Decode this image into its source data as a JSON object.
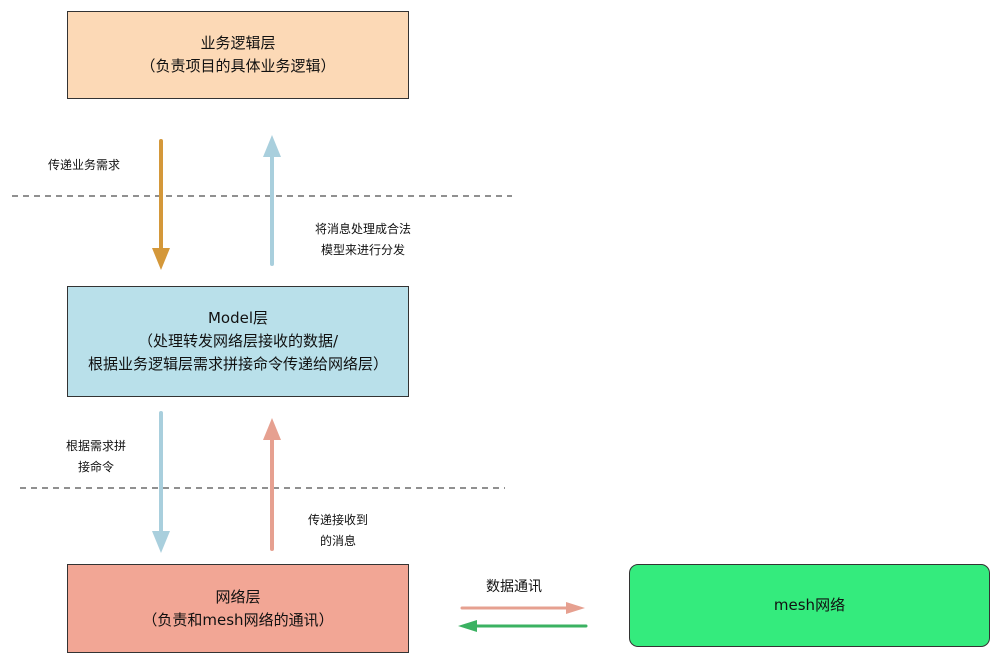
{
  "business_layer": {
    "title": "业务逻辑层",
    "subtitle": "（负责项目的具体业务逻辑）"
  },
  "model_layer": {
    "title": "Model层",
    "line2": "（处理转发网络层接收的数据/",
    "line3": "根据业务逻辑层需求拼接命令传递给网络层）"
  },
  "network_layer": {
    "title": "网络层",
    "subtitle": "（负责和mesh网络的通讯）"
  },
  "mesh_network": {
    "title": "mesh网络"
  },
  "edge_labels": {
    "pass_business_request": "传递业务需求",
    "process_message_line1": "将消息处理成合法",
    "process_message_line2": "模型来进行分发",
    "splice_command_line1": "根据需求拼",
    "splice_command_line2": "接命令",
    "pass_received_line1": "传递接收到",
    "pass_received_line2": "的消息",
    "data_communication": "数据通讯"
  },
  "colors": {
    "business_fill": "#fcd9b6",
    "model_fill": "#b9e0ea",
    "network_fill": "#f2a695",
    "mesh_fill": "#34eb7d",
    "arrow_orange": "#d4983a",
    "arrow_blue": "#a9cfdd",
    "arrow_salmon": "#e6a090",
    "arrow_green": "#3bb262"
  }
}
